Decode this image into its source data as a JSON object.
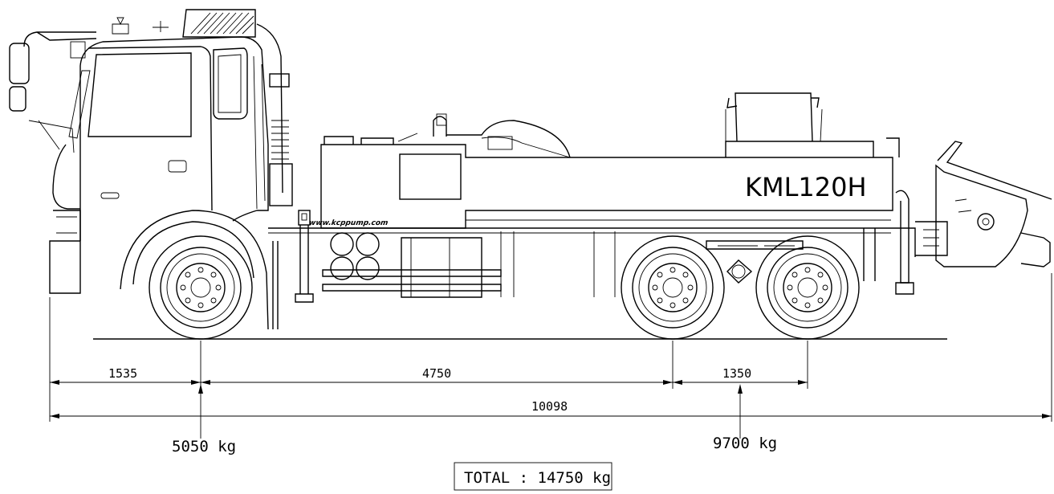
{
  "truck": {
    "model": "KML120H",
    "website": "www.kcppump.com"
  },
  "dimensions": {
    "front_overhang": "1535",
    "wheelbase": "4750",
    "tandem_spacing": "1350",
    "overall_length": "10098"
  },
  "weights": {
    "front_axle": "5050 kg",
    "rear_axles": "9700 kg",
    "total": "TOTAL : 14750 kg"
  }
}
